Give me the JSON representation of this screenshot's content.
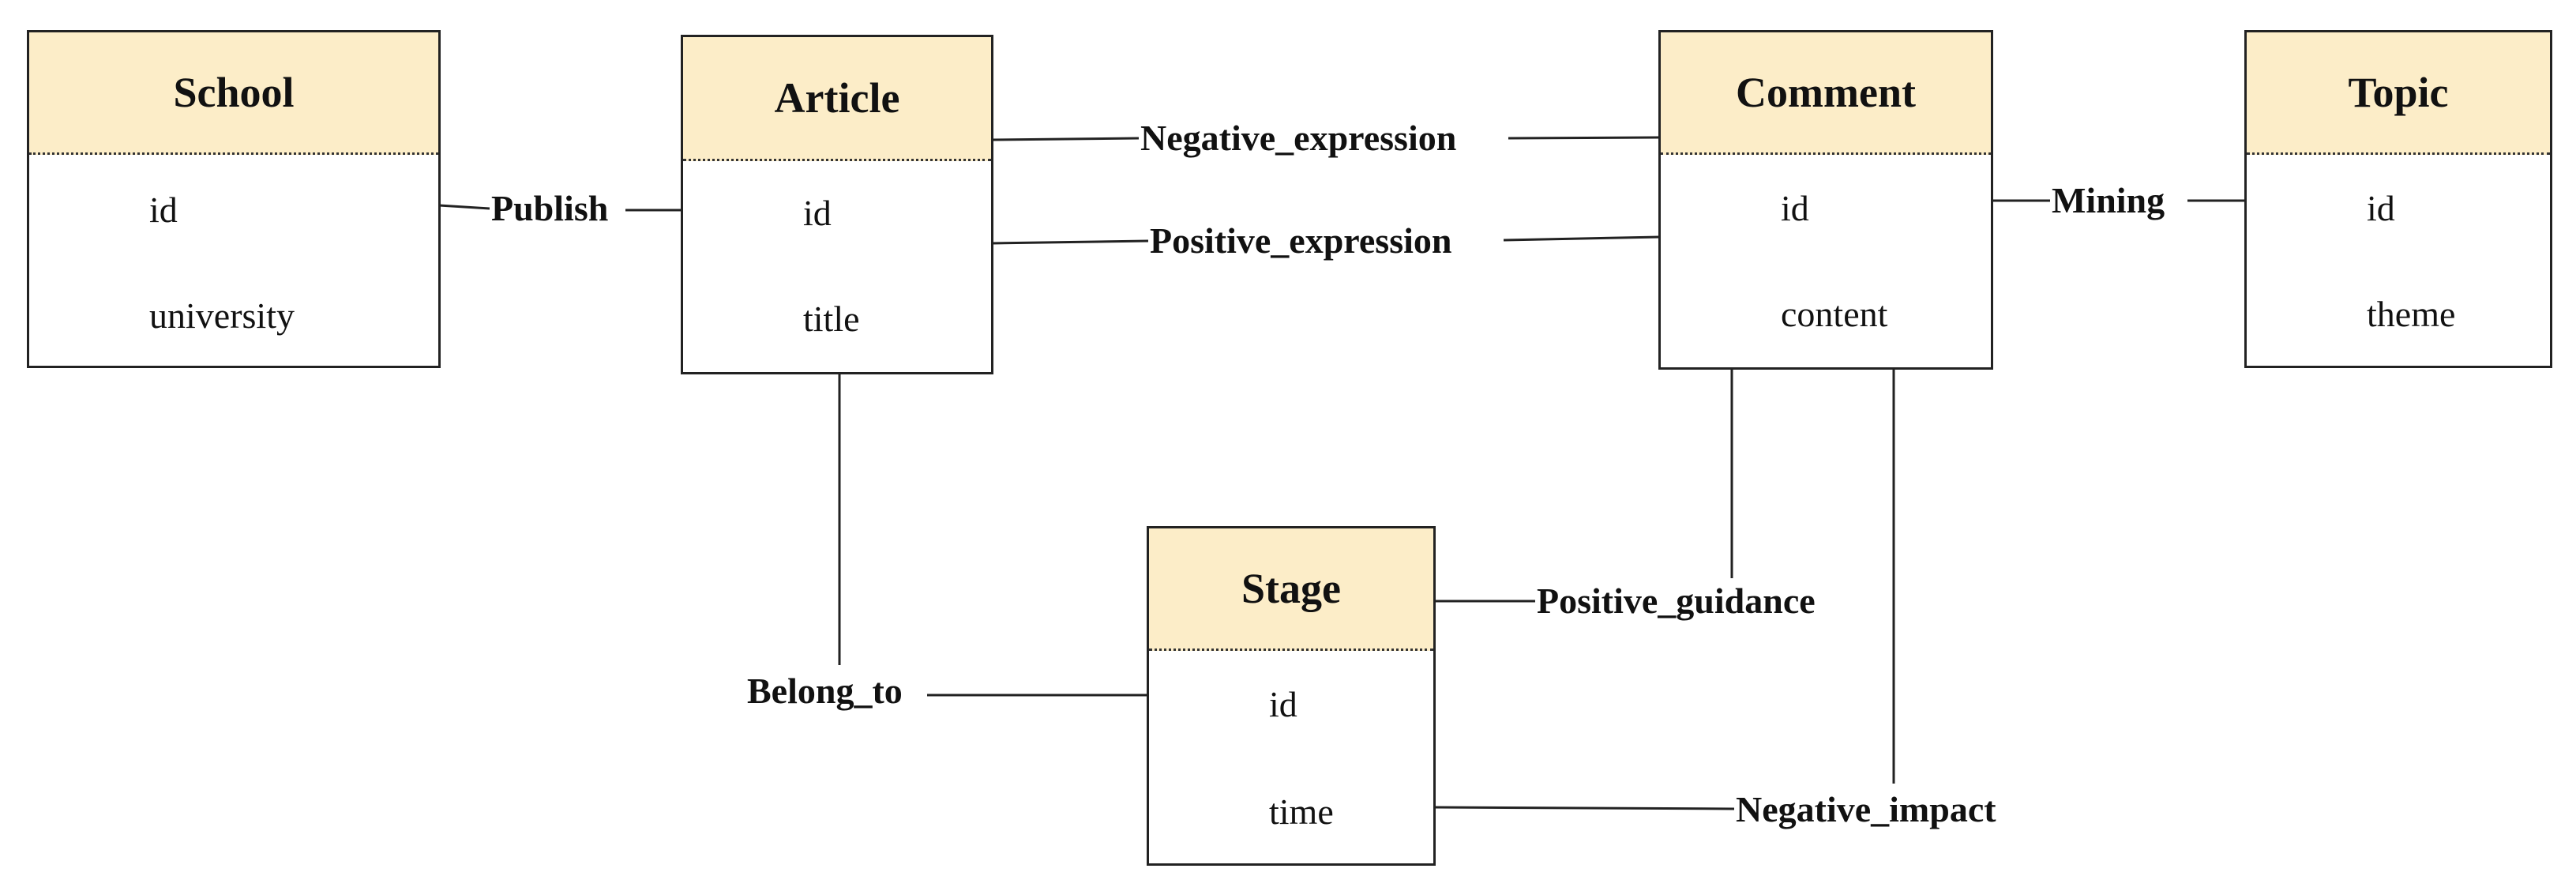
{
  "entities": {
    "school": {
      "name": "School",
      "attrs": [
        "id",
        "university"
      ]
    },
    "article": {
      "name": "Article",
      "attrs": [
        "id",
        "title"
      ]
    },
    "comment": {
      "name": "Comment",
      "attrs": [
        "id",
        "content"
      ]
    },
    "topic": {
      "name": "Topic",
      "attrs": [
        "id",
        "theme"
      ]
    },
    "stage": {
      "name": "Stage",
      "attrs": [
        "id",
        "time"
      ]
    }
  },
  "relationships": {
    "publish": "Publish",
    "negative_expression": "Negative_expression",
    "positive_expression": "Positive_expression",
    "mining": "Mining",
    "belong_to": "Belong_to",
    "positive_guidance": "Positive_guidance",
    "negative_impact": "Negative_impact"
  },
  "colors": {
    "header_fill": "#fcedc8",
    "border": "#222222"
  }
}
